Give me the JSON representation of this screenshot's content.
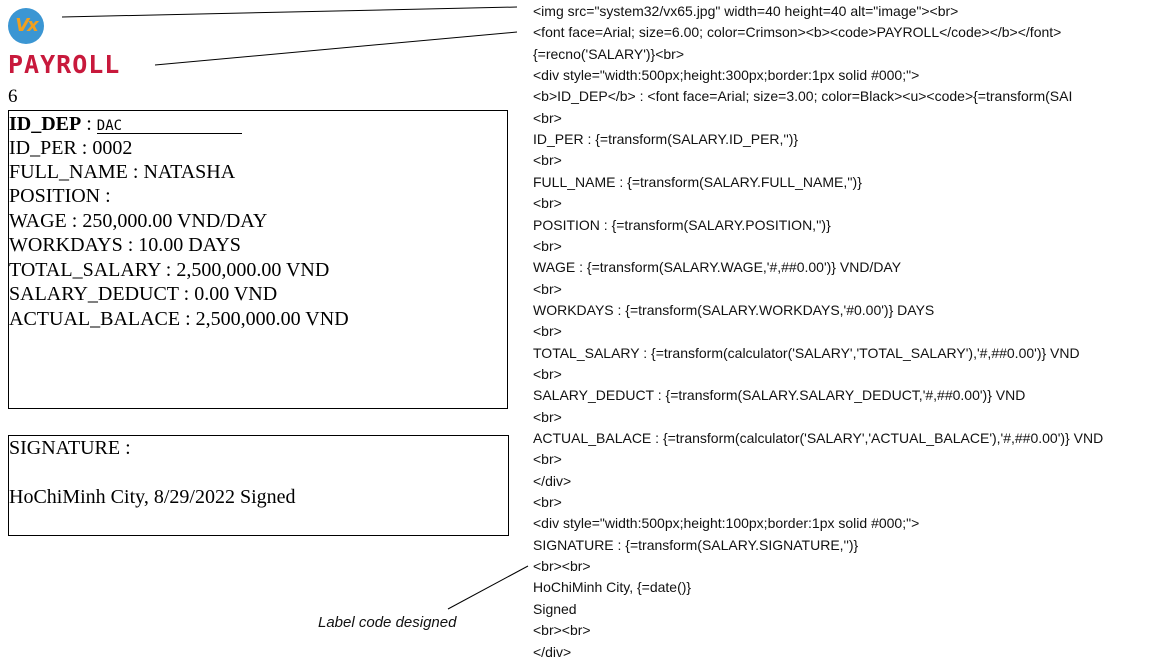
{
  "report": {
    "logo_text": "Vx",
    "title": "PAYROLL",
    "record_number": "6",
    "fields": [
      {
        "label": "ID_DEP",
        "value": "DAC"
      },
      {
        "label": "ID_PER",
        "value": "0002"
      },
      {
        "label": "FULL_NAME",
        "value": "NATASHA"
      },
      {
        "label": "POSITION",
        "value": ""
      },
      {
        "label": "WAGE",
        "value": "250,000.00 VND/DAY"
      },
      {
        "label": "WORKDAYS",
        "value": "10.00 DAYS"
      },
      {
        "label": "TOTAL_SALARY",
        "value": "2,500,000.00 VND"
      },
      {
        "label": "SALARY_DEDUCT",
        "value": "0.00 VND"
      },
      {
        "label": "ACTUAL_BALACE",
        "value": "2,500,000.00 VND"
      }
    ],
    "signature_label": "SIGNATURE",
    "signed_line": "HoChiMinh City, 8/29/2022 Signed"
  },
  "code_lines": [
    "<img src=\"system32/vx65.jpg\" width=40 height=40 alt=\"image\"><br>",
    "<font face=Arial; size=6.00; color=Crimson><b><code>PAYROLL</code></b></font>",
    "{=recno('SALARY')}<br>",
    "<div style=\"width:500px;height:300px;border:1px solid #000;\">",
    "<b>ID_DEP</b> : <font face=Arial; size=3.00; color=Black><u><code>{=transform(SAI",
    "<br>",
    "ID_PER : {=transform(SALARY.ID_PER,'')}",
    "<br>",
    "FULL_NAME : {=transform(SALARY.FULL_NAME,'')}",
    "<br>",
    "POSITION : {=transform(SALARY.POSITION,'')}",
    "<br>",
    "WAGE : {=transform(SALARY.WAGE,'#,##0.00')} VND/DAY",
    "<br>",
    "WORKDAYS : {=transform(SALARY.WORKDAYS,'#0.00')} DAYS",
    "<br>",
    "TOTAL_SALARY : {=transform(calculator('SALARY','TOTAL_SALARY'),'#,##0.00')} VND",
    "<br>",
    "SALARY_DEDUCT : {=transform(SALARY.SALARY_DEDUCT,'#,##0.00')} VND",
    "<br>",
    "ACTUAL_BALACE : {=transform(calculator('SALARY','ACTUAL_BALACE'),'#,##0.00')} VND",
    "<br>",
    "</div>",
    "<br>",
    "<div style=\"width:500px;height:100px;border:1px solid #000;\">",
    "SIGNATURE : {=transform(SALARY.SIGNATURE,'')}",
    "<br><br>",
    "HoChiMinh City, {=date()}",
    "Signed",
    "<br><br>",
    "</div>"
  ],
  "caption": "Label code designed"
}
